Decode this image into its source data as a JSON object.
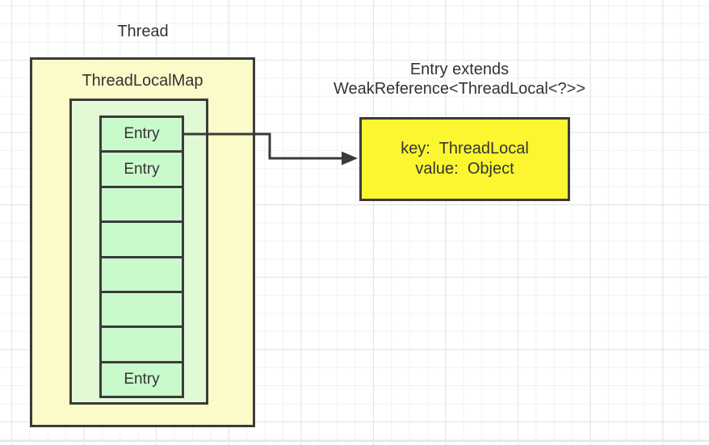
{
  "diagram": {
    "thread_label": "Thread",
    "map_box": {
      "title": "ThreadLocalMap"
    },
    "entries": [
      {
        "label": "Entry"
      },
      {
        "label": "Entry"
      },
      {
        "label": ""
      },
      {
        "label": ""
      },
      {
        "label": ""
      },
      {
        "label": ""
      },
      {
        "label": ""
      },
      {
        "label": "Entry"
      }
    ],
    "entry_note": {
      "line1": "Entry extends",
      "line2": "WeakReference<ThreadLocal<?>>"
    },
    "detail_box": {
      "line1": "key:  ThreadLocal",
      "line2": "value:  Object"
    },
    "colors": {
      "outer_fill": "#FBFBC9",
      "container_fill": "#E1FAD5",
      "cell_fill": "#C9FACC",
      "highlight_fill": "#FBF62F",
      "border": "#3B3B3B",
      "text": "#333333",
      "grid_minor": "#F2F2F2",
      "grid_major": "#E3E3E3",
      "arrow": "#3A3A3A"
    }
  }
}
